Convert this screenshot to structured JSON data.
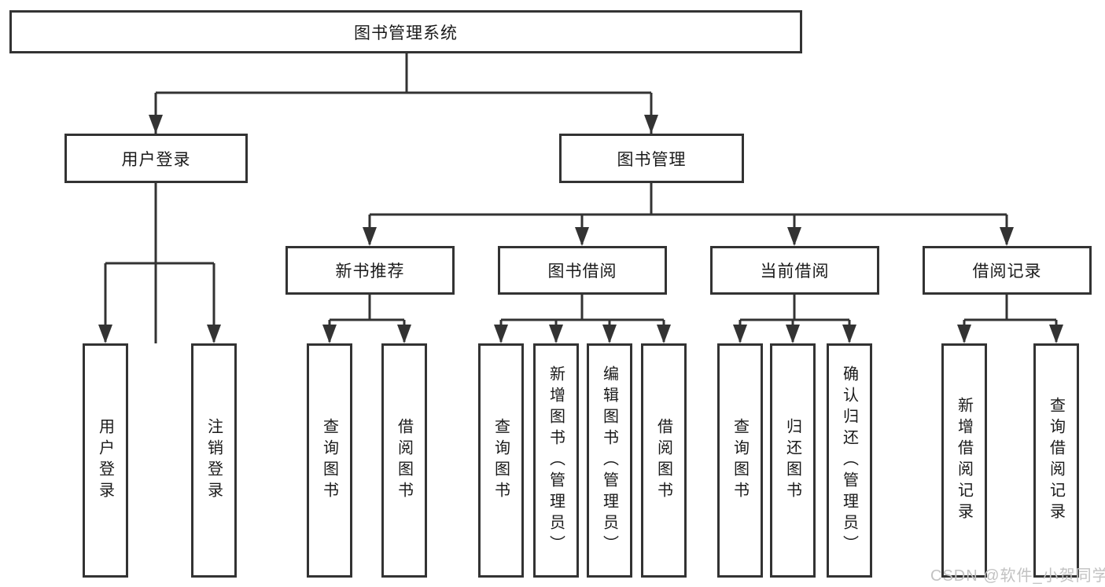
{
  "colors": {
    "background": "#ffffff",
    "line": "#333333",
    "text": "#1a1a1a",
    "watermark": "#c2c2c2"
  },
  "diagram": {
    "title": "图书管理系统",
    "level2": {
      "user_login": "用户登录",
      "book_management": "图书管理"
    },
    "level3": {
      "new_book_recommend": "新书推荐",
      "book_borrow": "图书借阅",
      "current_borrow": "当前借阅",
      "borrow_record": "借阅记录"
    },
    "leaves": [
      "用户登录",
      "注销登录",
      "查询图书",
      "借阅图书",
      "查询图书",
      "新增图书（管理员）",
      "编辑图书（管理员）",
      "借阅图书",
      "查询图书",
      "归还图书",
      "确认归还（管理员）",
      "新增借阅记录",
      "查询借阅记录"
    ],
    "watermark": "CSDN @软件_小贺同学"
  }
}
